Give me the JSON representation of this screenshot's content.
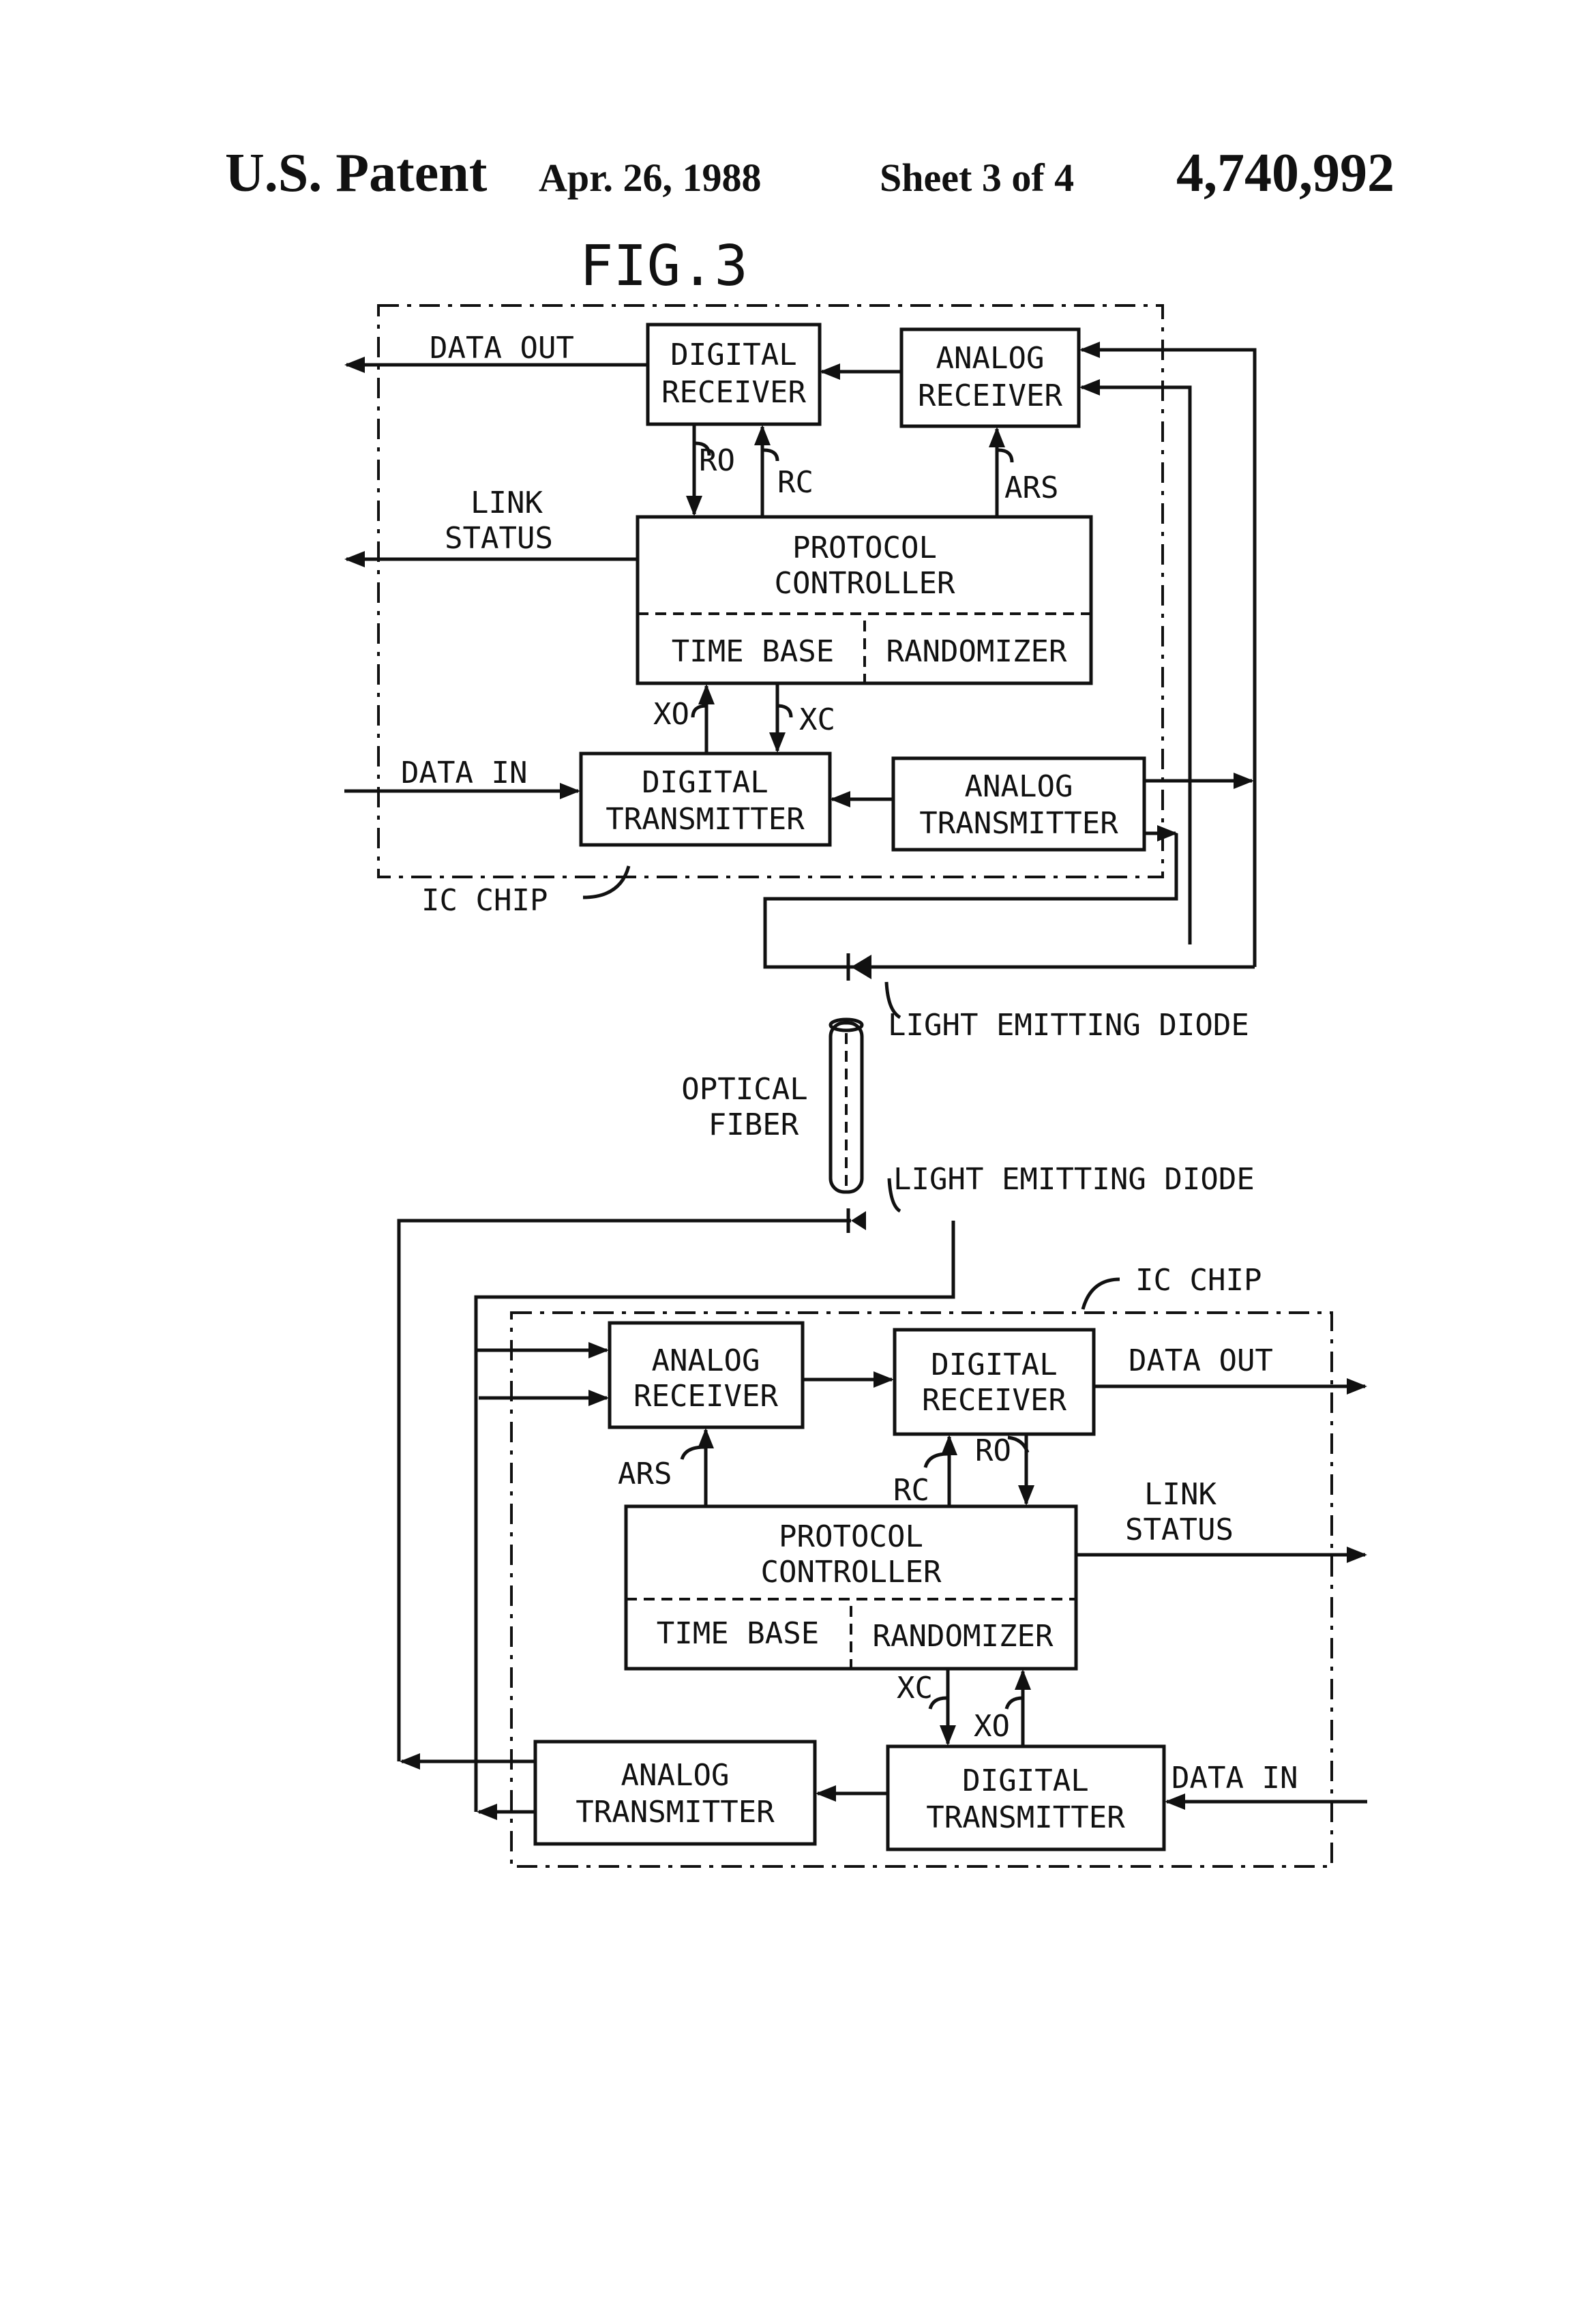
{
  "header": {
    "left": "U.S. Patent",
    "date": "Apr. 26, 1988",
    "sheet": "Sheet 3 of 4",
    "number": "4,740,992"
  },
  "figure_title": "FIG.3",
  "top": {
    "digital_receiver": [
      "DIGITAL",
      "RECEIVER"
    ],
    "analog_receiver": [
      "ANALOG",
      "RECEIVER"
    ],
    "protocol_controller": [
      "PROTOCOL",
      "CONTROLLER"
    ],
    "time_base": "TIME BASE",
    "randomizer": "RANDOMIZER",
    "digital_transmitter": [
      "DIGITAL",
      "TRANSMITTER"
    ],
    "analog_transmitter": [
      "ANALOG",
      "TRANSMITTER"
    ],
    "data_out": "DATA OUT",
    "link_status": [
      "LINK",
      "STATUS"
    ],
    "data_in": "DATA IN",
    "ro": "RO",
    "rc": "RC",
    "ars": "ARS",
    "xo": "XO",
    "xc": "XC",
    "ic_chip": "IC CHIP"
  },
  "middle": {
    "led_top": "LIGHT EMITTING DIODE",
    "optical_fiber": [
      "OPTICAL",
      "FIBER"
    ],
    "led_bottom": "LIGHT EMITTING DIODE"
  },
  "bottom": {
    "analog_receiver": [
      "ANALOG",
      "RECEIVER"
    ],
    "digital_receiver": [
      "DIGITAL",
      "RECEIVER"
    ],
    "protocol_controller": [
      "PROTOCOL",
      "CONTROLLER"
    ],
    "time_base": "TIME BASE",
    "randomizer": "RANDOMIZER",
    "analog_transmitter": [
      "ANALOG",
      "TRANSMITTER"
    ],
    "digital_transmitter": [
      "DIGITAL",
      "TRANSMITTER"
    ],
    "data_out": "DATA OUT",
    "link_status": [
      "LINK",
      "STATUS"
    ],
    "data_in": "DATA IN",
    "ro": "RO",
    "rc": "RC",
    "ars": "ARS",
    "xo": "XO",
    "xc": "XC",
    "ic_chip": "IC CHIP"
  }
}
